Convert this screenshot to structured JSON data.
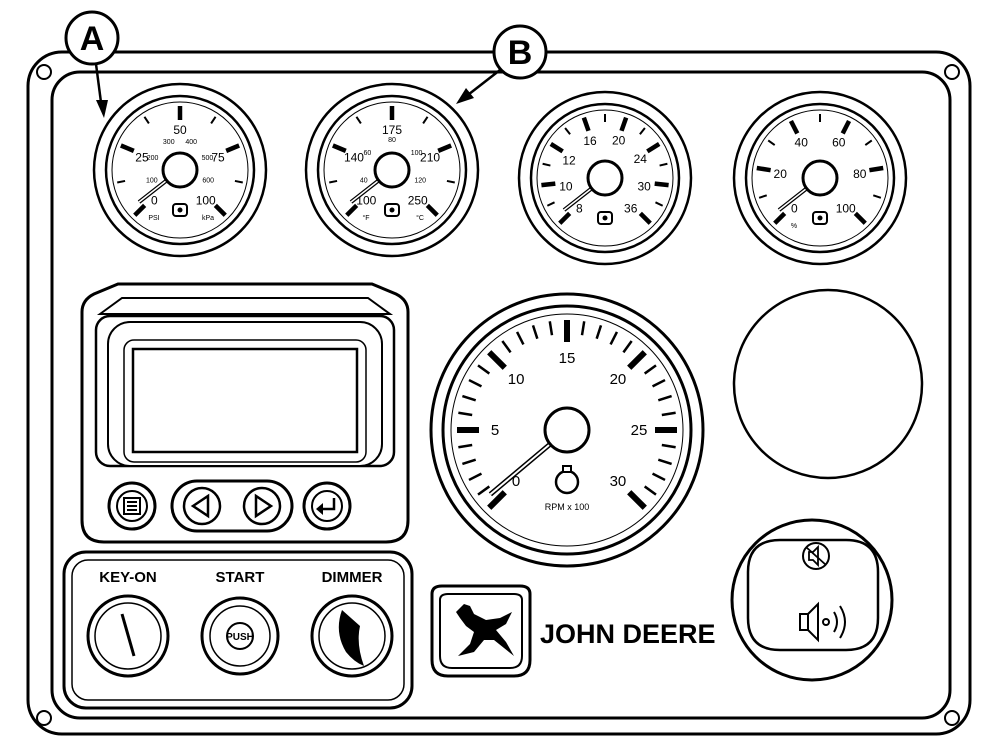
{
  "callouts": {
    "a": "A",
    "b": "B"
  },
  "gauges": {
    "oil_pressure": {
      "labels": [
        "0",
        "25",
        "50",
        "75",
        "100"
      ],
      "inner_labels": [
        "100",
        "200",
        "300",
        "400",
        "500",
        "600"
      ],
      "unit": "PSI",
      "unit2": "kPa"
    },
    "coolant_temp": {
      "labels": [
        "100",
        "140",
        "175",
        "210",
        "250"
      ],
      "inner_labels": [
        "40",
        "60",
        "80",
        "100",
        "120"
      ],
      "unit": "°F",
      "unit2": "°C"
    },
    "voltage": {
      "labels": [
        "8",
        "10",
        "12",
        "16",
        "20",
        "24",
        "30",
        "36"
      ]
    },
    "fuel": {
      "labels": [
        "0",
        "20",
        "40",
        "60",
        "80",
        "100"
      ],
      "unit": "%"
    }
  },
  "tachometer": {
    "labels": [
      "0",
      "5",
      "10",
      "15",
      "20",
      "25",
      "30"
    ],
    "unit": "RPM x 100"
  },
  "buttons": {
    "key_on": "KEY-ON",
    "start": "START",
    "dimmer": "DIMMER",
    "push": "PUSH"
  },
  "brand": {
    "name": "JOHN DEERE"
  }
}
